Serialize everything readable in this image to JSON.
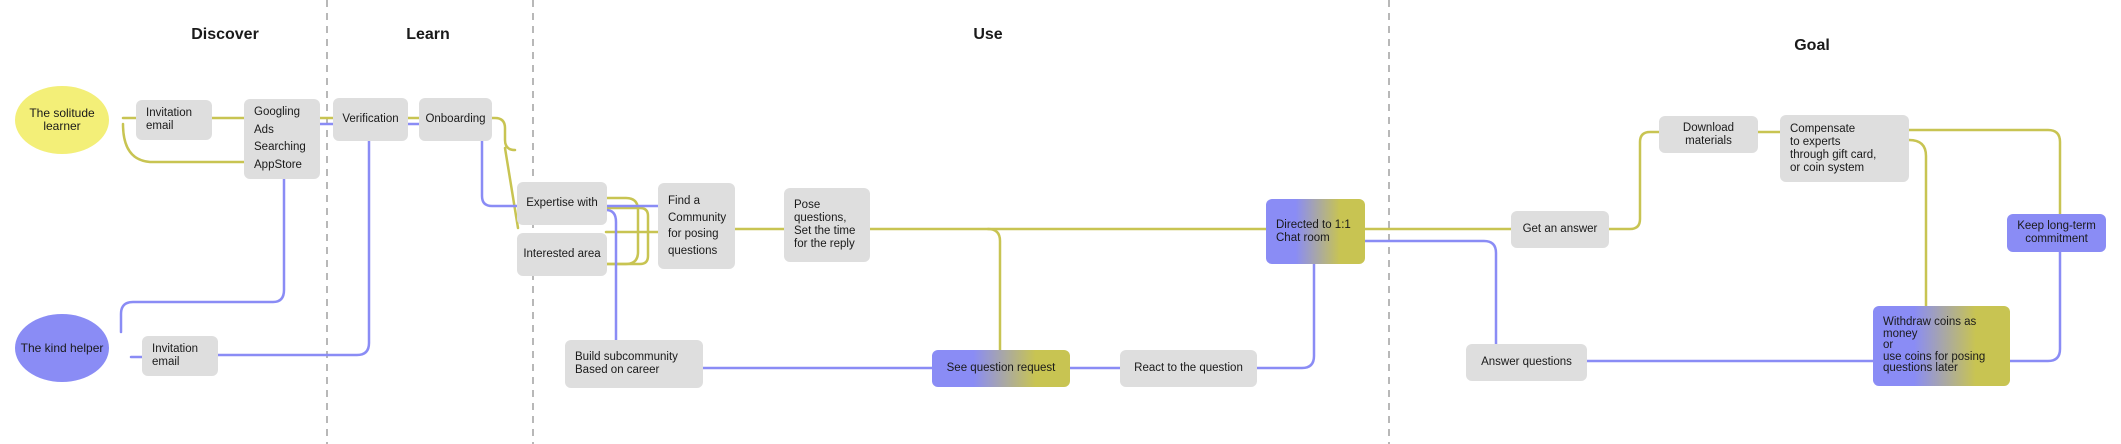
{
  "stages": {
    "discover": "Discover",
    "learn": "Learn",
    "use": "Use",
    "goal": "Goal"
  },
  "personas": {
    "solitude": "The solitude\nlearner",
    "helper": "The kind helper"
  },
  "nodes": {
    "invitation_email_top": "Invitation\nemail",
    "invitation_email_bottom": "Invitation\nemail",
    "search_channels": "Googling\nAds\nSearching\nAppStore",
    "verification": "Verification",
    "onboarding": "Onboarding",
    "expertise_with": "Expertise with",
    "interested_area": "Interested area",
    "find_community": "Find a\nCommunity\nfor posing\nquestions",
    "pose_questions": "Pose\nquestions,\nSet the time\nfor the reply",
    "build_subcommunity": "Build subcommunity\nBased on career",
    "see_question_request": "See question request",
    "react_to_question": "React to the question",
    "directed_chat": "Directed to 1:1\nChat room",
    "get_answer": "Get an answer",
    "answer_questions": "Answer questions",
    "download_materials": "Download\nmaterials",
    "compensate_experts": "Compensate\nto experts\nthrough gift card,\nor coin system",
    "withdraw_coins": "Withdraw coins as\nmoney\nor\nuse coins for posing\nquestions later",
    "keep_commitment": "Keep long-term\ncommitment"
  },
  "colors": {
    "learner_path": "#c8c452",
    "helper_path": "#8a8cf5",
    "solitude_fill": "#f3ef78",
    "helper_fill": "#8a8cf5",
    "node_fill": "#dedede",
    "divider": "#a0a0a0"
  }
}
